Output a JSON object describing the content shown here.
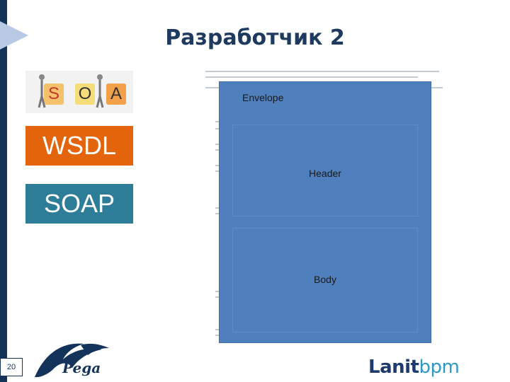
{
  "slide": {
    "title": "Разработчик 2",
    "page_number": "20"
  },
  "soa_image": {
    "letters": [
      "S",
      "O",
      "A"
    ],
    "colors": [
      "#e2572b",
      "#f2c744",
      "#f08a24"
    ]
  },
  "tags": {
    "wsdl": "WSDL",
    "soap": "SOAP"
  },
  "soap_diagram": {
    "envelope_label": "Envelope",
    "header_label": "Header",
    "body_label": "Body"
  },
  "logos": {
    "pega": "Pega",
    "lanit": "Lanit",
    "bpm": "bpm"
  },
  "colors": {
    "sidebar": "#13335b",
    "title": "#1f3a5f",
    "wsdl": "#e3640a",
    "soap": "#2e7d98",
    "envelope": "#4f7fbd"
  }
}
